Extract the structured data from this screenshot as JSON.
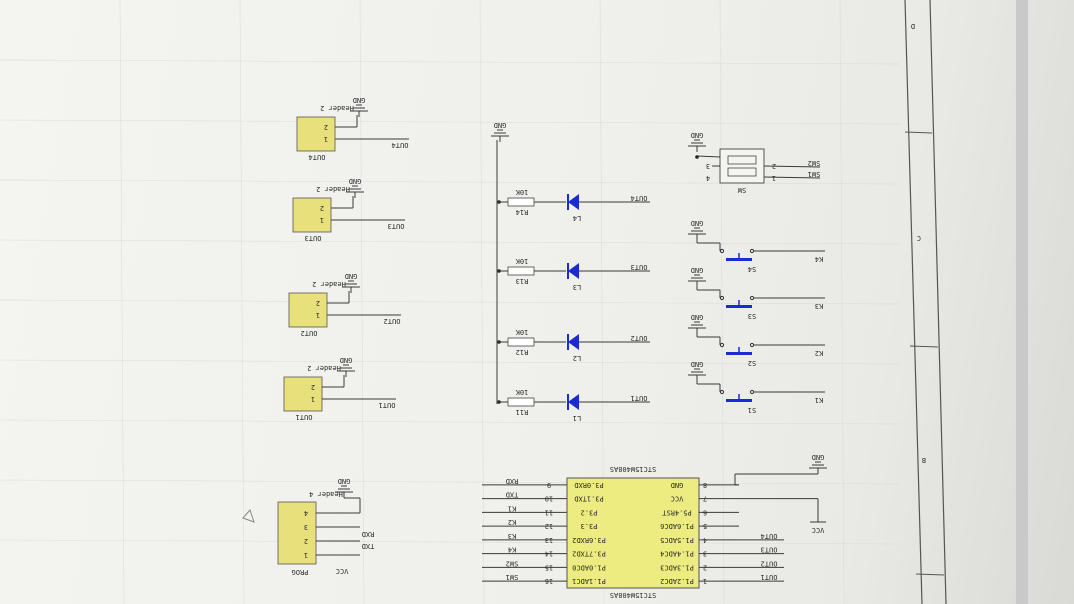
{
  "chip": {
    "name": "STC15W408AS",
    "left_pins": [
      {
        "num": "1",
        "label": "P1.2ADC2"
      },
      {
        "num": "2",
        "label": "P1.3ADC3"
      },
      {
        "num": "3",
        "label": "P1.4ADC4"
      },
      {
        "num": "4",
        "label": "P1.5ADC5"
      },
      {
        "num": "5",
        "label": "P1.6ADC6"
      },
      {
        "num": "6",
        "label": "P5.4RST"
      },
      {
        "num": "7",
        "label": "VCC"
      },
      {
        "num": "8",
        "label": "GND"
      }
    ],
    "right_pins": [
      {
        "num": "16",
        "label": "P1.1ADC1"
      },
      {
        "num": "15",
        "label": "P1.0ADC0"
      },
      {
        "num": "14",
        "label": "P3.7TXD2"
      },
      {
        "num": "13",
        "label": "P3.6RXD2"
      },
      {
        "num": "12",
        "label": "P3.3"
      },
      {
        "num": "11",
        "label": "P3.2"
      },
      {
        "num": "10",
        "label": "P3.1TXD"
      },
      {
        "num": "9",
        "label": "P3.0RXD"
      }
    ],
    "left_nets": [
      "OUT1",
      "OUT2",
      "OUT3",
      "OUT4",
      "",
      "",
      "",
      ""
    ],
    "right_nets": [
      "SW1",
      "SW2",
      "K4",
      "K3",
      "K2",
      "K1",
      "TXD",
      "RXD"
    ],
    "vcc": "VCC",
    "gnd": "GND"
  },
  "leds": [
    {
      "ref": "L1",
      "res": "R11",
      "value": "10K",
      "net": "OUT1"
    },
    {
      "ref": "L2",
      "res": "R12",
      "value": "10K",
      "net": "OUT2"
    },
    {
      "ref": "L3",
      "res": "R13",
      "value": "10K",
      "net": "OUT3"
    },
    {
      "ref": "L4",
      "res": "R14",
      "value": "10K",
      "net": "OUT4"
    }
  ],
  "led_gnd": "GND",
  "switches": [
    {
      "ref": "S1",
      "net": "K1",
      "gnd": "GND"
    },
    {
      "ref": "S2",
      "net": "K2",
      "gnd": "GND"
    },
    {
      "ref": "S3",
      "net": "K3",
      "gnd": "GND"
    },
    {
      "ref": "S4",
      "net": "K4",
      "gnd": "GND"
    }
  ],
  "toggle": {
    "ref": "SW",
    "pins": [
      "1",
      "2",
      "3",
      "4"
    ],
    "nets": [
      "SW1",
      "SW2"
    ],
    "gnd": "GND"
  },
  "headers": [
    {
      "name": "Header 2",
      "net": "OUT1",
      "pins": [
        "1",
        "2"
      ],
      "gnd": "GND"
    },
    {
      "name": "Header 2",
      "net": "OUT2",
      "pins": [
        "1",
        "2"
      ],
      "gnd": "GND"
    },
    {
      "name": "Header 2",
      "net": "OUT3",
      "pins": [
        "1",
        "2"
      ],
      "gnd": "GND"
    },
    {
      "name": "Header 2",
      "net": "OUT4",
      "pins": [
        "1",
        "2"
      ],
      "gnd": "GND"
    }
  ],
  "prog_header": {
    "name": "Header 4",
    "label": "PROG",
    "pins": [
      "1",
      "2",
      "3",
      "4"
    ],
    "nets": [
      "VCC",
      "TXD",
      "RXD",
      "GND"
    ]
  },
  "border_zones": [
    "B",
    "C",
    "D"
  ],
  "colors": {
    "led": "#1a2bd6",
    "header": "#e8e07a",
    "chip": "#ecec80",
    "wire": "#3a3a3a"
  }
}
